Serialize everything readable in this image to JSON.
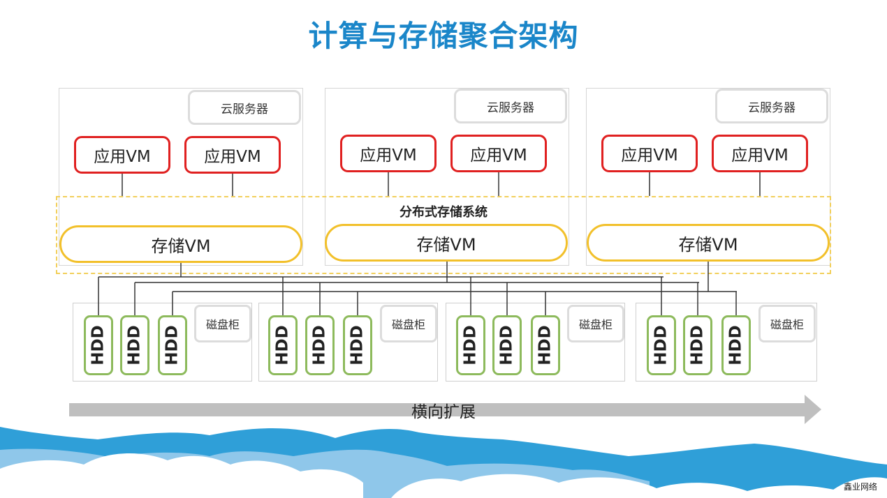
{
  "title": "计算与存储聚合架构",
  "servers": [
    {
      "label": "云服务器",
      "apps": [
        "应用VM",
        "应用VM"
      ],
      "storage": "存储VM"
    },
    {
      "label": "云服务器",
      "apps": [
        "应用VM",
        "应用VM"
      ],
      "storage": "存储VM"
    },
    {
      "label": "云服务器",
      "apps": [
        "应用VM",
        "应用VM"
      ],
      "storage": "存储VM"
    }
  ],
  "distributed_storage_label": "分布式存储系统",
  "cabinets": [
    {
      "label": "磁盘柜",
      "disks": [
        "HDD",
        "HDD",
        "HDD"
      ]
    },
    {
      "label": "磁盘柜",
      "disks": [
        "HDD",
        "HDD",
        "HDD"
      ]
    },
    {
      "label": "磁盘柜",
      "disks": [
        "HDD",
        "HDD",
        "HDD"
      ]
    },
    {
      "label": "磁盘柜",
      "disks": [
        "HDD",
        "HDD",
        "HDD"
      ]
    }
  ],
  "scale_arrow_label": "横向扩展",
  "watermark": "鑫业网络",
  "colors": {
    "title": "#1a86c9",
    "app_vm_border": "#e02020",
    "storage_vm_border": "#f2c02a",
    "hdd_border": "#8dba5c",
    "arrow": "#bfbfbf",
    "cloud_blue": "#2f9fd8"
  }
}
